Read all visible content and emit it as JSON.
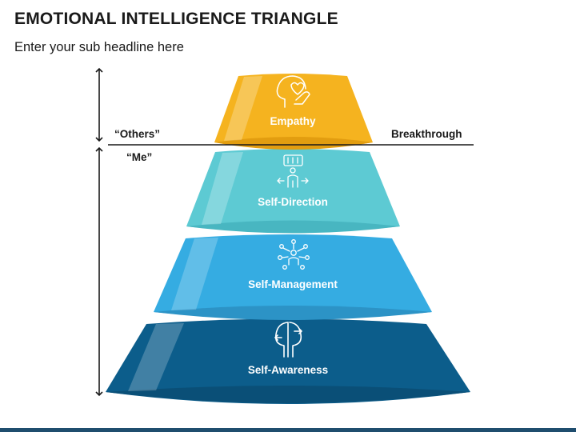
{
  "header": {
    "title": "EMOTIONAL INTELLIGENCE TRIANGLE",
    "subtitle": "Enter your sub headline here"
  },
  "side_labels": {
    "others": "“Others”",
    "me": "“Me”",
    "breakthrough": "Breakthrough"
  },
  "levels": [
    {
      "label": "Empathy",
      "icon": "head-heart-hand-icon",
      "color": "#f5b31f"
    },
    {
      "label": "Self-Direction",
      "icon": "person-arrows-icon",
      "color": "#5dcad3"
    },
    {
      "label": "Self-Management",
      "icon": "person-network-icon",
      "color": "#35ace2"
    },
    {
      "label": "Self-Awareness",
      "icon": "two-heads-arrows-icon",
      "color": "#0c5d8b"
    }
  ],
  "colors": {
    "empathy": "#f5b31f",
    "self_direction": "#5dcad3",
    "self_management": "#35ace2",
    "self_awareness": "#0c5d8b",
    "bottom_bar": "#1f4d6e"
  }
}
